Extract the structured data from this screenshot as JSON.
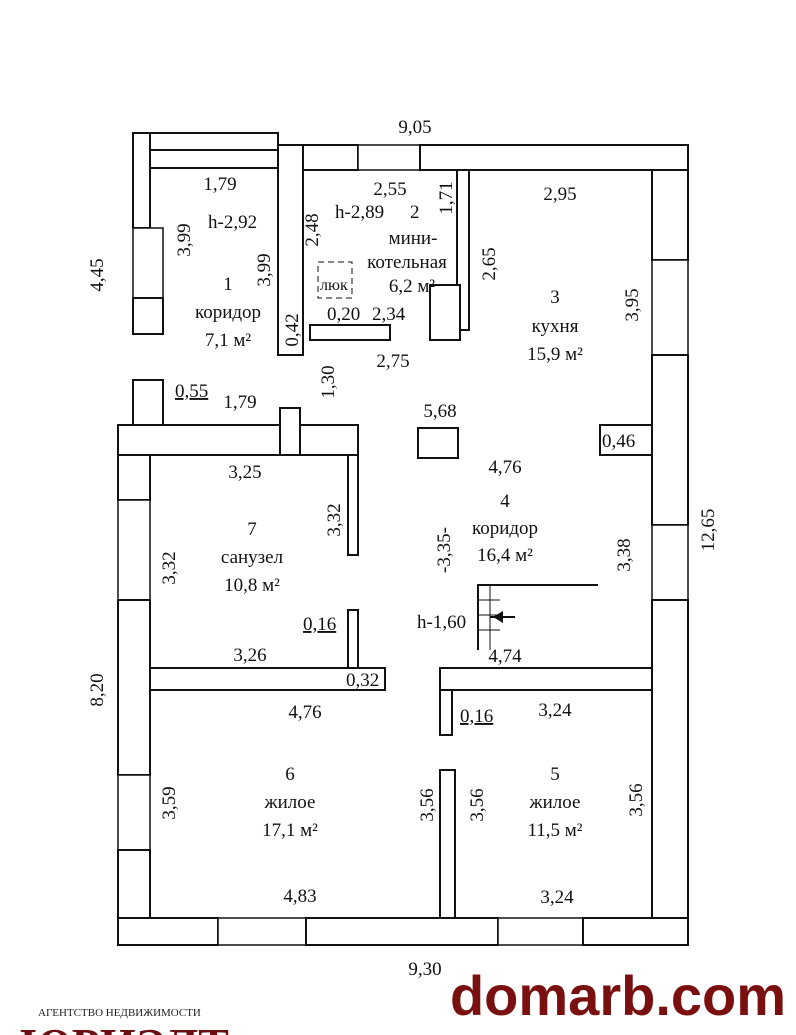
{
  "plan": {
    "overall_dims": {
      "top": "9,05",
      "bottom": "9,30",
      "right": "12,65",
      "left_lower": "8,20",
      "left_upper": "4,45"
    },
    "rooms": [
      {
        "number": "1",
        "name": "коридор",
        "area": "7,1 м²",
        "height": "h-2,92"
      },
      {
        "number": "2",
        "name_line1": "мини-",
        "name_line2": "котельная",
        "area": "6,2 м²",
        "height": "h-2,89",
        "hatch": "люк"
      },
      {
        "number": "3",
        "name": "кухня",
        "area": "15,9 м²"
      },
      {
        "number": "4",
        "name": "коридор",
        "area": "16,4 м²",
        "stair_height": "h-1,60"
      },
      {
        "number": "5",
        "name": "жилое",
        "area": "11,5 м²"
      },
      {
        "number": "6",
        "name": "жилое",
        "area": "17,1 м²"
      },
      {
        "number": "7",
        "name": "санузел",
        "area": "10,8 м²"
      }
    ],
    "dims": {
      "r1_top": "1,79",
      "r1_left": "3,99",
      "r1_right": "3,99",
      "r1_bottom": "1,79",
      "r1_door": "0,55",
      "wall_042": "0,42",
      "r2_top": "2,55",
      "r2_left": "2,48",
      "r2_right": "1,71",
      "r2_020": "0,20",
      "r2_bottom": "2,34",
      "r4_275": "2,75",
      "r4_130": "1,30",
      "r4_568": "5,68",
      "r4_476": "4,76",
      "r4_335": "-3,35-",
      "r4_338": "3,38",
      "r4_474": "4,74",
      "r3_top": "2,95",
      "r3_265": "2,65",
      "r3_right": "3,95",
      "r3_046": "0,46",
      "r7_top": "3,25",
      "r7_left": "3,32",
      "r7_right": "3,32",
      "r7_016": "0,16",
      "r7_bottom": "3,26",
      "r7_032": "0,32",
      "r6_top": "4,76",
      "r6_left": "3,59",
      "r6_right": "3,56",
      "r6_bottom": "4,83",
      "r5_016": "0,16",
      "r5_top": "3,24",
      "r5_left": "3,56",
      "r5_right": "3,56",
      "r5_bottom": "3,24"
    }
  },
  "watermark": {
    "site": "domarb.com",
    "agency_caption": "АГЕНТСТВО НЕДВИЖИМОСТИ",
    "agency_logo": "ЮРИЭЛТ"
  }
}
